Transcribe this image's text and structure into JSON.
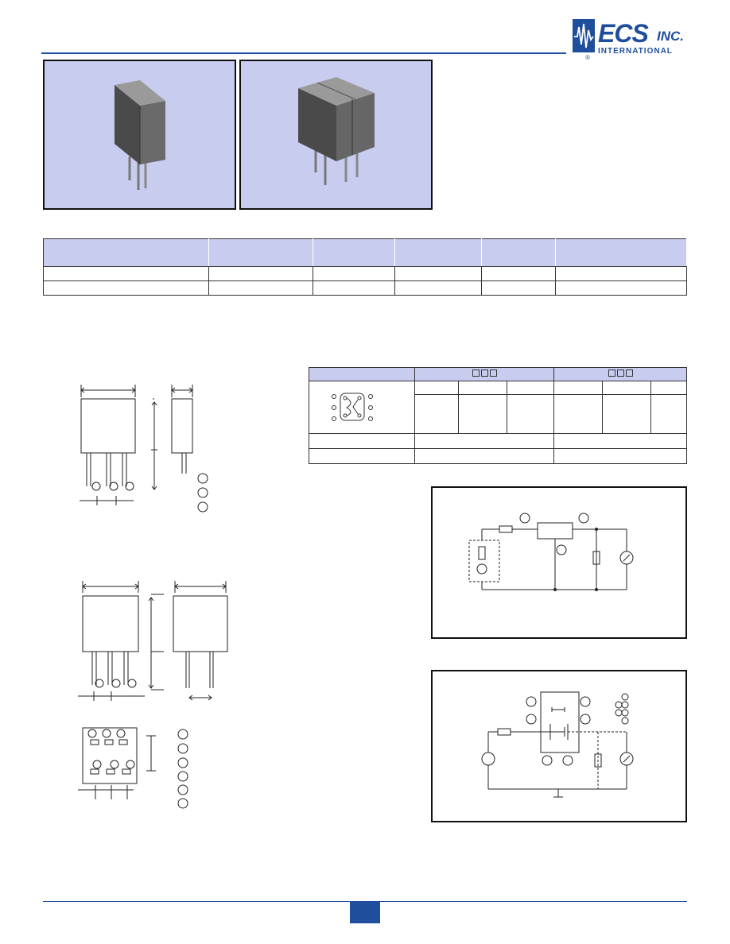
{
  "brand": {
    "name": "ECS",
    "suffix": "INC.",
    "tagline": "INTERNATIONAL",
    "color": "#1f4e9c"
  },
  "colors": {
    "panel": "#c8cdf0",
    "rule": "#1f4e9c"
  },
  "page": {
    "number": ""
  }
}
